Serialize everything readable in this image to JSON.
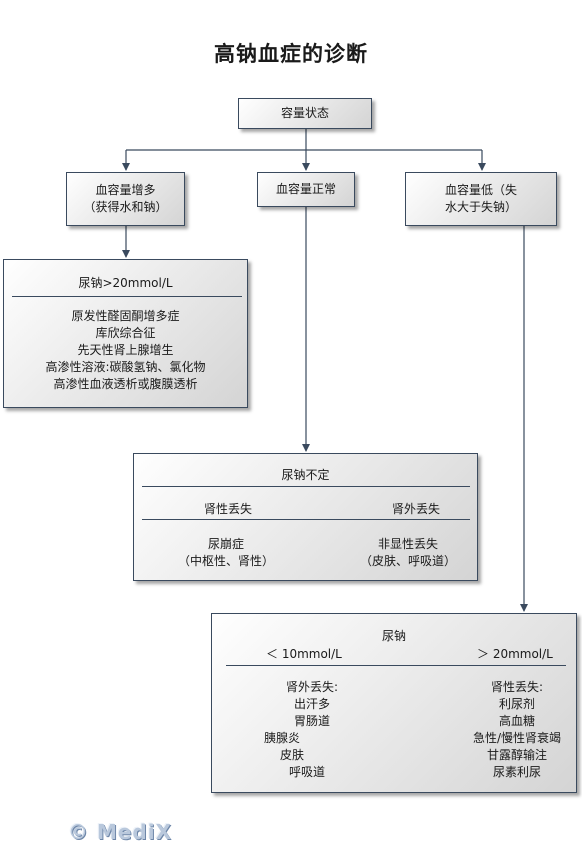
{
  "title": "高钠血症的诊断",
  "root": "容量状态",
  "branches": {
    "high": "血容量增多\n（获得水和钠）",
    "normal": "血容量正常",
    "low": "血容量低（失\n水大于失钠）"
  },
  "high_box": {
    "header": "尿钠>20mmol/L",
    "items": [
      "原发性醛固酮增多症",
      "库欣综合征",
      "先天性肾上腺增生",
      "高渗性溶液:碳酸氢钠、氯化物",
      "高渗性血液透析或腹膜透析"
    ]
  },
  "normal_box": {
    "header": "尿钠不定",
    "left_head": "肾性丢失",
    "right_head": "肾外丢失",
    "left_body": "尿崩症\n（中枢性、肾性）",
    "right_body": "非显性丢失\n（皮肤、呼吸道）"
  },
  "low_box": {
    "header": "尿钠",
    "left_head": "＜ 10mmol/L",
    "right_head": "＞ 20mmol/L",
    "left_title": "肾外丢失:",
    "left_items": [
      "出汗多",
      "胃肠道",
      "胰腺炎",
      "皮肤",
      "呼吸道"
    ],
    "right_title": "肾性丢失:",
    "right_items": [
      "利尿剂",
      "高血糖",
      "急性/慢性肾衰竭",
      "甘露醇输注",
      "尿素利尿"
    ]
  },
  "logo": "© MediX",
  "colors": {
    "line": "#3a4a5e",
    "box_light": "#ffffff",
    "box_dark": "#d4d4d4"
  }
}
